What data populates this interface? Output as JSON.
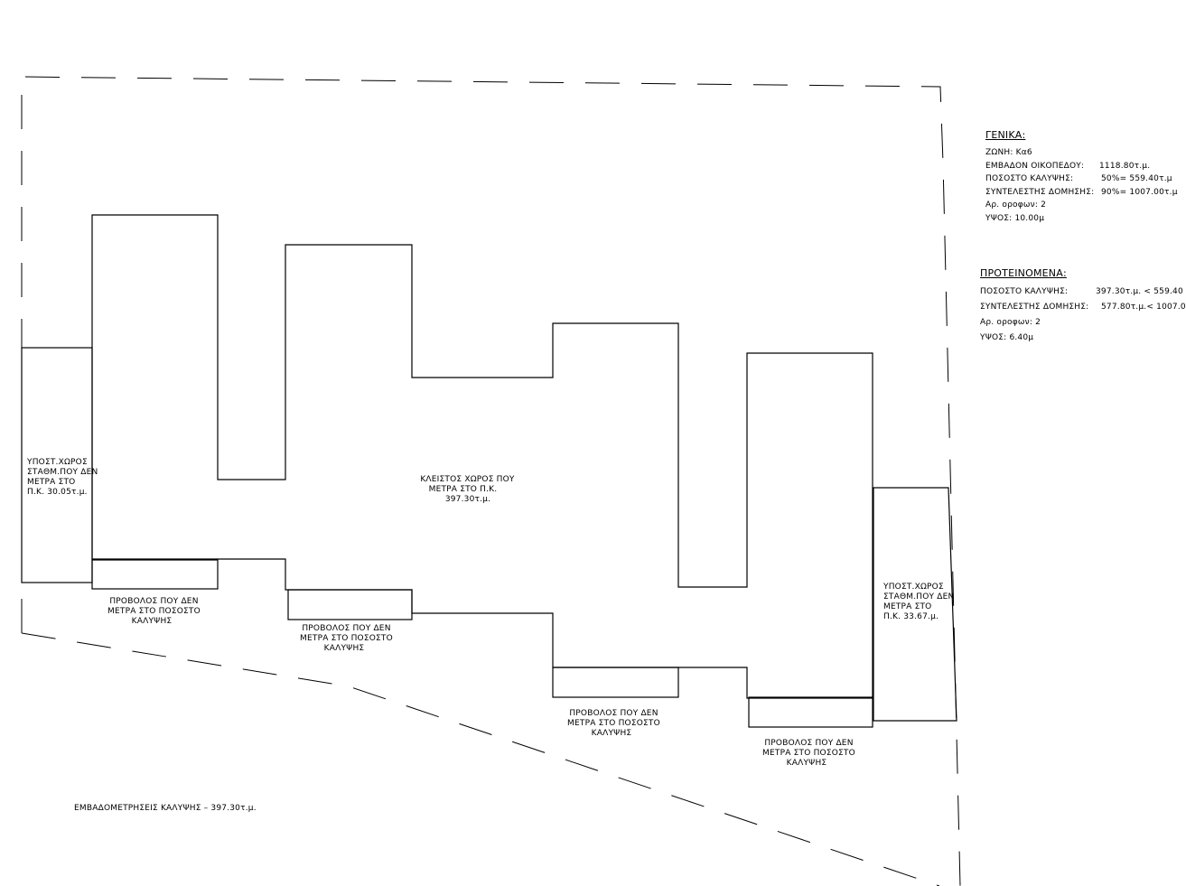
{
  "plan": {
    "main_area_label": [
      "ΚΛΕΙΣΤΟΣ ΧΩΡΟΣ ΠΟΥ",
      "ΜΕΤΡΑ ΣΤΟ Π.Κ.",
      "397.30τ.μ."
    ],
    "parking_left_label": [
      "ΥΠΟΣΤ.ΧΩΡΟΣ",
      "ΣΤΑΘΜ.ΠΟΥ ΔΕΝ",
      "ΜΕΤΡΑ ΣΤΟ",
      "Π.Κ.  30.05τ.μ."
    ],
    "parking_right_label": [
      "ΥΠΟΣΤ.ΧΩΡΟΣ",
      "ΣΤΑΘΜ.ΠΟΥ ΔΕΝ",
      "ΜΕΤΡΑ ΣΤΟ",
      "Π.Κ.  33.67.μ."
    ],
    "balcony_label": [
      "ΠΡΟΒΟΛΟΣ ΠΟΥ ΔΕΝ",
      "ΜΕΤΡΑ ΣΤΟ ΠΟΣΟΣΤΟ",
      "ΚΑΛΥΨΗΣ"
    ]
  },
  "general": {
    "title": "ΓΕΝΙΚΑ:",
    "rows": [
      {
        "label": "ΖΩΝΗ: Κα6",
        "value": ""
      },
      {
        "label": "ΕΜΒΑΔΟΝ  ΟΙΚΟΠΕΔΟΥ:",
        "value": "1118.80τ.μ."
      },
      {
        "label": "ΠΟΣΟΣΤΟ  ΚΑΛΥΨΗΣ:",
        "value": "50%=  559.40τ.μ"
      },
      {
        "label": "ΣΥΝΤΕΛΕΣΤΗΣ  ΔΟΜΗΣΗΣ:",
        "value": "90%=  1007.00τ.μ"
      },
      {
        "label": "Αρ.  οροφων:  2",
        "value": ""
      },
      {
        "label": "ΥΨΟΣ:  10.00μ",
        "value": ""
      }
    ]
  },
  "proposed": {
    "title": "ΠΡΟΤΕΙΝΟΜΕΝΑ:",
    "rows": [
      {
        "label": "ΠΟΣΟΣΤΟ  ΚΑΛΥΨΗΣ:",
        "value": "397.30τ.μ.  < 559.40"
      },
      {
        "label": "ΣΥΝΤΕΛΕΣΤΗΣ  ΔΟΜΗΣΗΣ:",
        "value": "577.80τ.μ.< 1007.0"
      },
      {
        "label": "Αρ.  οροφων: 2",
        "value": ""
      },
      {
        "label": "ΥΨΟΣ:  6.40μ",
        "value": ""
      }
    ]
  },
  "footer_note": "ΕΜΒΑΔΟΜΕΤΡΗΣΕΙΣ ΚΑΛΥΨΗΣ  –   397.30τ.μ."
}
